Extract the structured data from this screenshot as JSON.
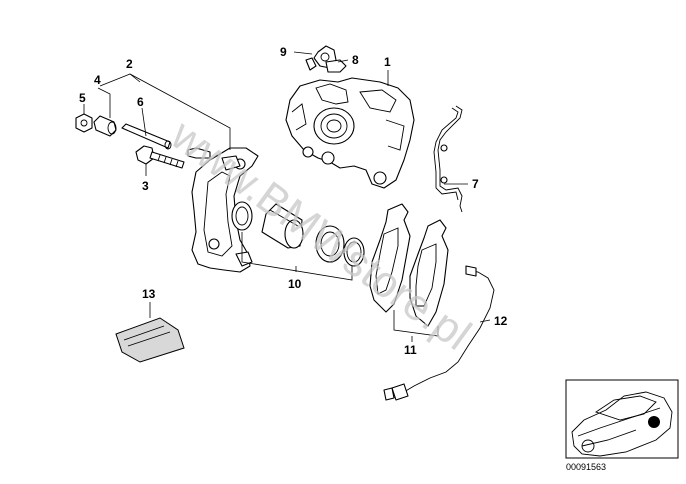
{
  "watermark": "www.BMWstore.pl",
  "part_numbers": {
    "p1": "1",
    "p2": "2",
    "p3": "3",
    "p4": "4",
    "p5": "5",
    "p6": "6",
    "p7": "7",
    "p8": "8",
    "p9": "9",
    "p10": "10",
    "p11": "11",
    "p12": "12",
    "p13": "13"
  },
  "thumbnail": {
    "code": "00091563"
  }
}
